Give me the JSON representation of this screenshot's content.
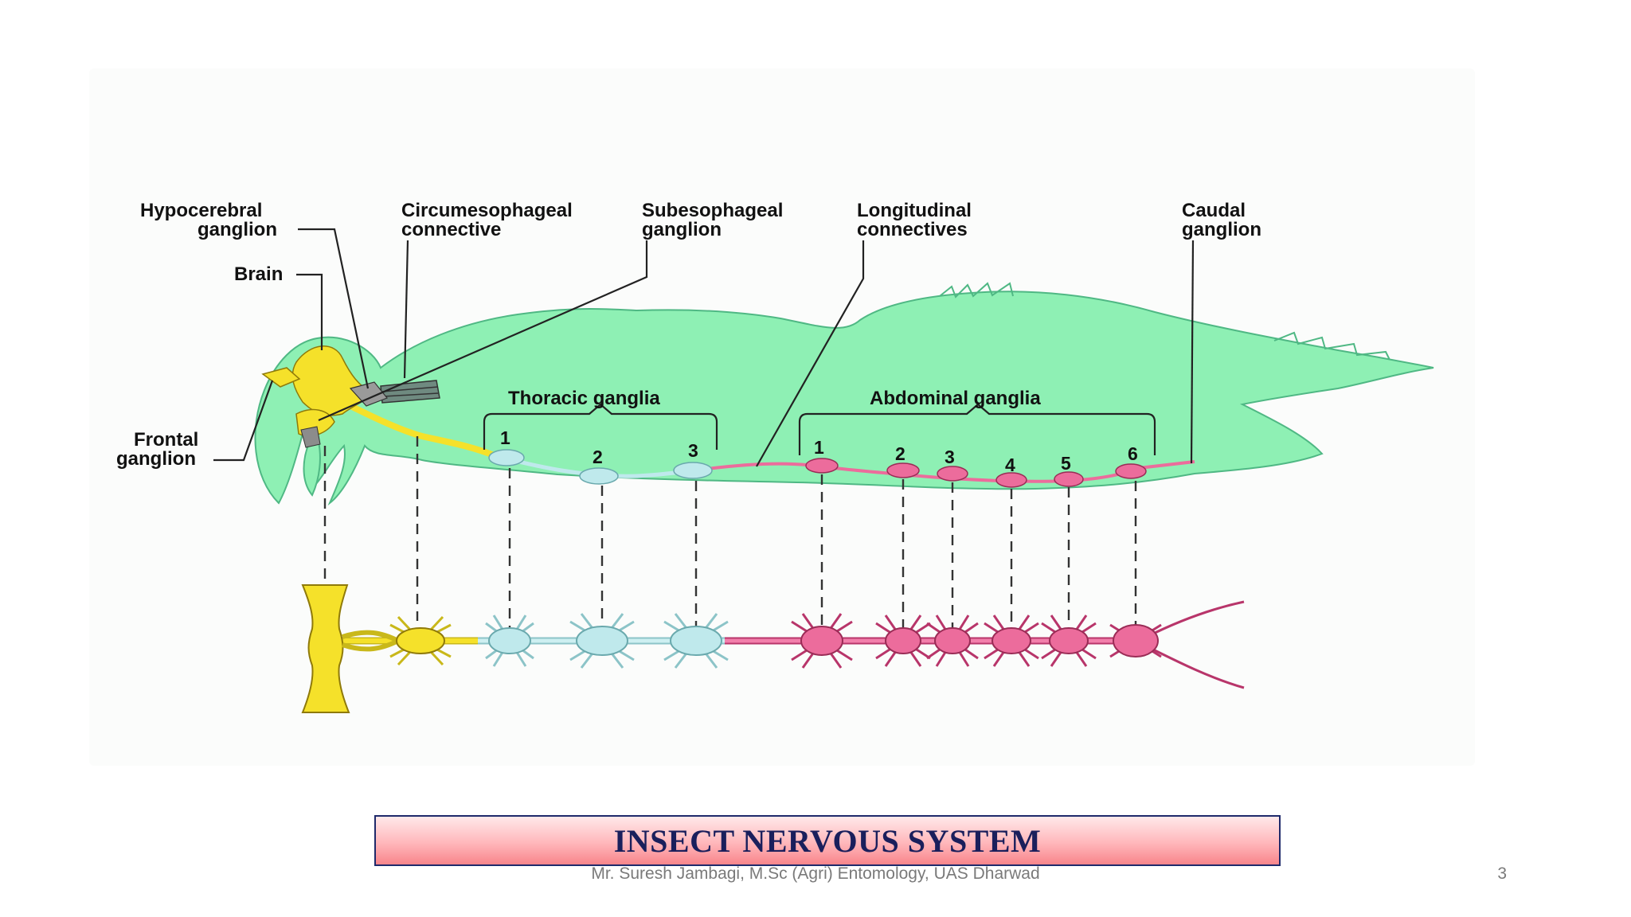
{
  "slide": {
    "title": "INSECT NERVOUS SYSTEM",
    "footer": "Mr. Suresh Jambagi, M.Sc (Agri) Entomology, UAS Dharwad",
    "page_number": "3"
  },
  "diagram": {
    "labels": {
      "hypocerebral_1": "Hypocerebral",
      "hypocerebral_2": "ganglion",
      "brain": "Brain",
      "frontal_1": "Frontal",
      "frontal_2": "ganglion",
      "circum_1": "Circumesophageal",
      "circum_2": "connective",
      "subeso_1": "Subesophageal",
      "subeso_2": "ganglion",
      "longit_1": "Longitudinal",
      "longit_2": "connectives",
      "caudal_1": "Caudal",
      "caudal_2": "ganglion",
      "thoracic": "Thoracic ganglia",
      "abdominal": "Abdominal ganglia"
    },
    "thoracic_numbers": [
      "1",
      "2",
      "3"
    ],
    "abdominal_numbers": [
      "1",
      "2",
      "3",
      "4",
      "5",
      "6"
    ],
    "colors": {
      "body": "#8ef0b4",
      "body_outline": "#4fb884",
      "brain": "#f5e12a",
      "thoracic": "#bfe9ec",
      "abdominal": "#ec6c9c"
    }
  }
}
